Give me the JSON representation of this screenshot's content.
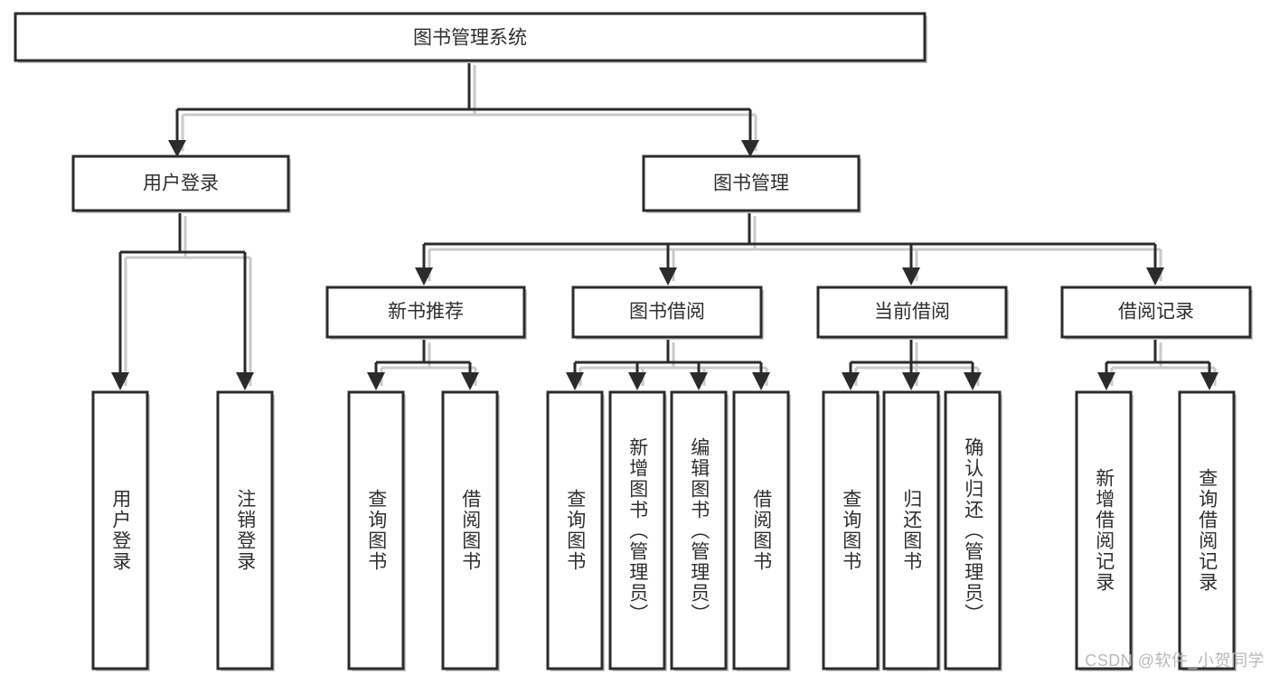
{
  "diagram": {
    "type": "tree-hierarchy",
    "title": "图书管理系统",
    "watermark": "CSDN @软件_小贺同学",
    "colors": {
      "line": "#2b2b2b",
      "shadow": "#c9c9c9",
      "text": "#2f2f2f",
      "box_fill": "#ffffff",
      "background": "#ffffff",
      "watermark": "#b9b9b9"
    },
    "root": {
      "id": "root",
      "label": "图书管理系统",
      "orientation": "horizontal"
    },
    "level1": [
      {
        "id": "user-login",
        "label": "用户登录",
        "orientation": "horizontal"
      },
      {
        "id": "book-manage",
        "label": "图书管理",
        "orientation": "horizontal"
      }
    ],
    "level2": [
      {
        "id": "new-book-recommend",
        "label": "新书推荐",
        "orientation": "horizontal",
        "parent": "book-manage"
      },
      {
        "id": "book-borrow",
        "label": "图书借阅",
        "orientation": "horizontal",
        "parent": "book-manage"
      },
      {
        "id": "current-borrow",
        "label": "当前借阅",
        "orientation": "horizontal",
        "parent": "book-manage"
      },
      {
        "id": "borrow-record",
        "label": "借阅记录",
        "orientation": "horizontal",
        "parent": "book-manage"
      }
    ],
    "leaves": [
      {
        "id": "leaf-user-login",
        "label": "用户登录",
        "orientation": "vertical",
        "parent": "user-login"
      },
      {
        "id": "leaf-logout-login",
        "label": "注销登录",
        "orientation": "vertical",
        "parent": "user-login"
      },
      {
        "id": "leaf-query-book-1",
        "label": "查询图书",
        "orientation": "vertical",
        "parent": "new-book-recommend"
      },
      {
        "id": "leaf-borrow-book-1",
        "label": "借阅图书",
        "orientation": "vertical",
        "parent": "new-book-recommend"
      },
      {
        "id": "leaf-query-book-2",
        "label": "查询图书",
        "orientation": "vertical",
        "parent": "book-borrow"
      },
      {
        "id": "leaf-add-book-admin",
        "label": "新增图书（管理员）",
        "orientation": "vertical",
        "parent": "book-borrow"
      },
      {
        "id": "leaf-edit-book-admin",
        "label": "编辑图书（管理员）",
        "orientation": "vertical",
        "parent": "book-borrow"
      },
      {
        "id": "leaf-borrow-book-2",
        "label": "借阅图书",
        "orientation": "vertical",
        "parent": "book-borrow"
      },
      {
        "id": "leaf-query-book-3",
        "label": "查询图书",
        "orientation": "vertical",
        "parent": "current-borrow"
      },
      {
        "id": "leaf-return-book",
        "label": "归还图书",
        "orientation": "vertical",
        "parent": "current-borrow"
      },
      {
        "id": "leaf-confirm-return-admin",
        "label": "确认归还（管理员）",
        "orientation": "vertical",
        "parent": "current-borrow"
      },
      {
        "id": "leaf-add-borrow-record",
        "label": "新增借阅记录",
        "orientation": "vertical",
        "parent": "borrow-record"
      },
      {
        "id": "leaf-query-borrow-record",
        "label": "查询借阅记录",
        "orientation": "vertical",
        "parent": "borrow-record"
      }
    ]
  }
}
